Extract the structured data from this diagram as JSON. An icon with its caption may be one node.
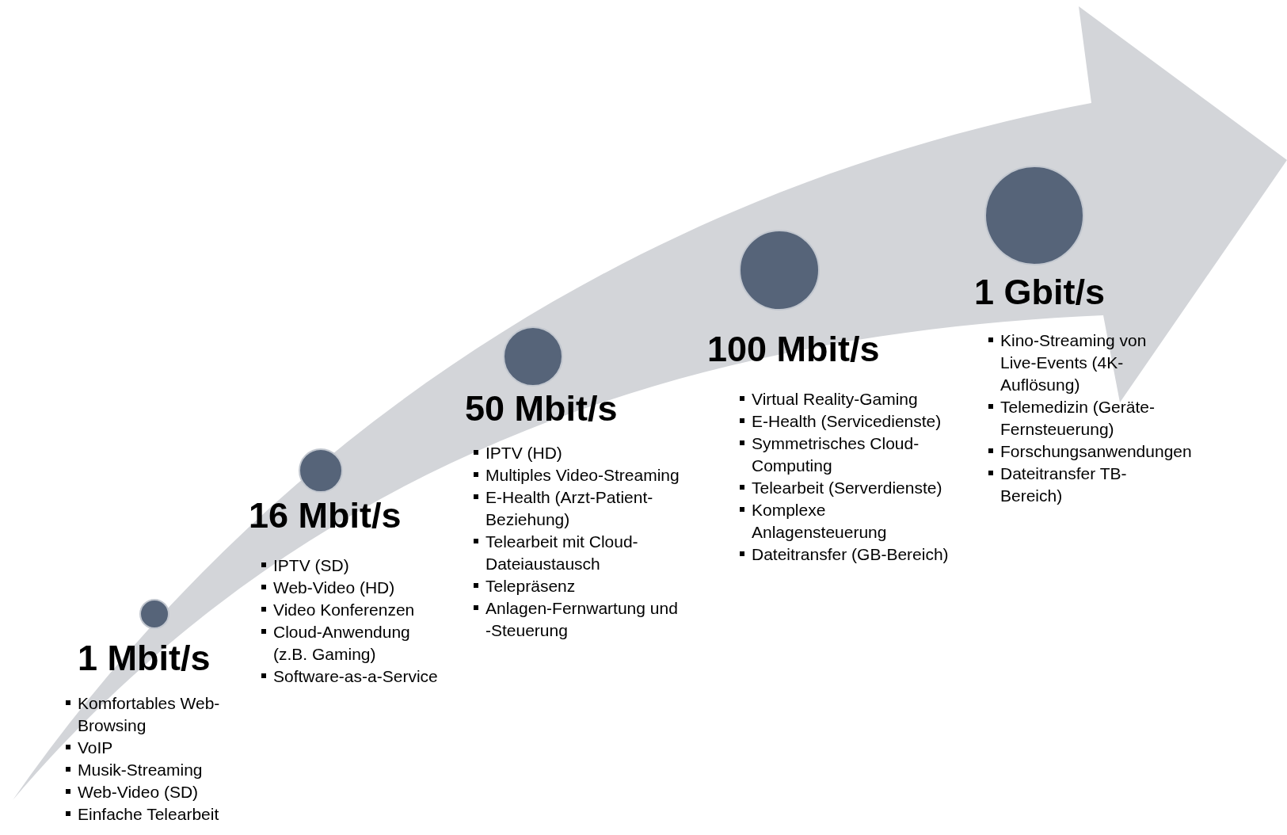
{
  "diagram": {
    "nodes": [
      {
        "text": [],
        "shape": "circle"
      },
      {
        "text": [],
        "shape": "circle"
      },
      {
        "text": [],
        "shape": "circle"
      },
      {
        "text": [],
        "shape": "circle"
      },
      {
        "text": [],
        "shape": "circle"
      }
    ],
    "labels": [
      "1 Mbit/s",
      "Komfortables Web-Browsing",
      "VoIP",
      "Musik-Streaming",
      "Web-Video (SD)",
      "Einfache Telearbeit",
      "16 Mbit/s",
      "IPTV (SD)",
      "Web-Video (HD)",
      "Video Konferenzen",
      "Cloud-Anwendung (z.B. Gaming)",
      "Software-as-a-Service",
      "50 Mbit/s",
      "IPTV (HD)",
      "Multiples Video-Streaming",
      "E-Health (Arzt-Patient-Beziehung)",
      "Telearbeit mit Cloud-Dateiaustausch",
      "Telepräsenz",
      "Anlagen-Fernwartung und -Steuerung",
      "100 Mbit/s",
      "Virtual Reality-Gaming",
      "E-Health (Servicedienste)",
      "Symmetrisches Cloud-Computing",
      "Telearbeit (Serverdienste)",
      "Komplexe Anlagensteuerung",
      "Dateitransfer (GB-Bereich)",
      "1 Gbit/s",
      "Kino-Streaming von Live-Events (4K-Auflösung)",
      "Telemedizin (Geräte-Fernsteuerung)",
      "Forschungsanwendungen",
      "Dateitransfer TB-Bereich)"
    ]
  }
}
